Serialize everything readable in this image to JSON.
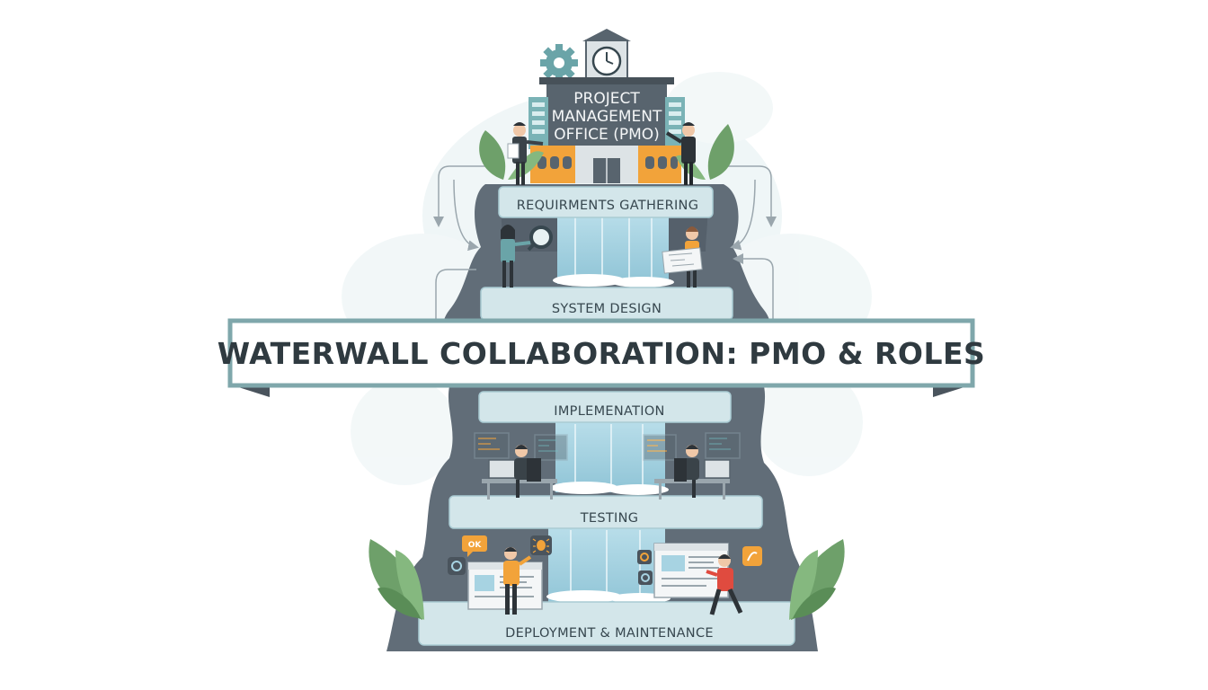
{
  "banner": {
    "title": "WATERWALL COLLABORATION: PMO & ROLES"
  },
  "pmo": {
    "lines": [
      "PROJECT",
      "MANAGEMENT",
      "OFFICE (PMO)"
    ]
  },
  "tiers": [
    {
      "label": "REQUIRMENTS GATHERING"
    },
    {
      "label": "SYSTEM DESIGN"
    },
    {
      "label": "IMPLEMENATION"
    },
    {
      "label": "TESTING"
    },
    {
      "label": "DEPLOYMENT & MAINTENANCE"
    }
  ],
  "badges": {
    "chat": "OK"
  },
  "colors": {
    "rock": "#616d78",
    "rock_dark": "#4a545d",
    "tier": "#d3e6ea",
    "tier_edge": "#a9cbd3",
    "water": "#a7d3e2",
    "banner_border": "#7fa7ab",
    "building": "#58646e",
    "orange": "#f2a33a",
    "leaf": "#6ea06a"
  },
  "icons": [
    "gear-icon",
    "clock-icon",
    "magnifier-icon",
    "bug-icon",
    "chat-icon",
    "gear-small-icon",
    "browser-window-icon",
    "blueprint-icon",
    "code-screen-icon",
    "leaf-icon",
    "arrow-icon"
  ]
}
